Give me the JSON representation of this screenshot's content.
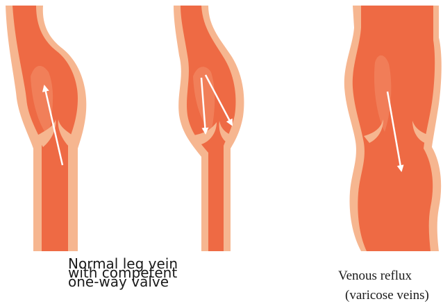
{
  "colors": {
    "vein_outer": "#f6b690",
    "vein_inner": "#ee6a44",
    "vein_highlight": "#f48f6c",
    "arrow": "#ffffff",
    "background": "#ffffff",
    "text": "#1a1a1a"
  },
  "panels": [
    {
      "id": "normal-vein",
      "flow_arrows": [
        "up"
      ],
      "caption_lines": [
        "Normal leg vein",
        "with competent",
        "one-way valve"
      ]
    },
    {
      "id": "failing-valve-vein",
      "flow_arrows": [
        "down",
        "down"
      ],
      "caption_lines": []
    },
    {
      "id": "varicose-vein",
      "flow_arrows": [
        "down"
      ],
      "caption_lines": [
        "Venous reflux",
        "(varicose veins)"
      ]
    }
  ]
}
